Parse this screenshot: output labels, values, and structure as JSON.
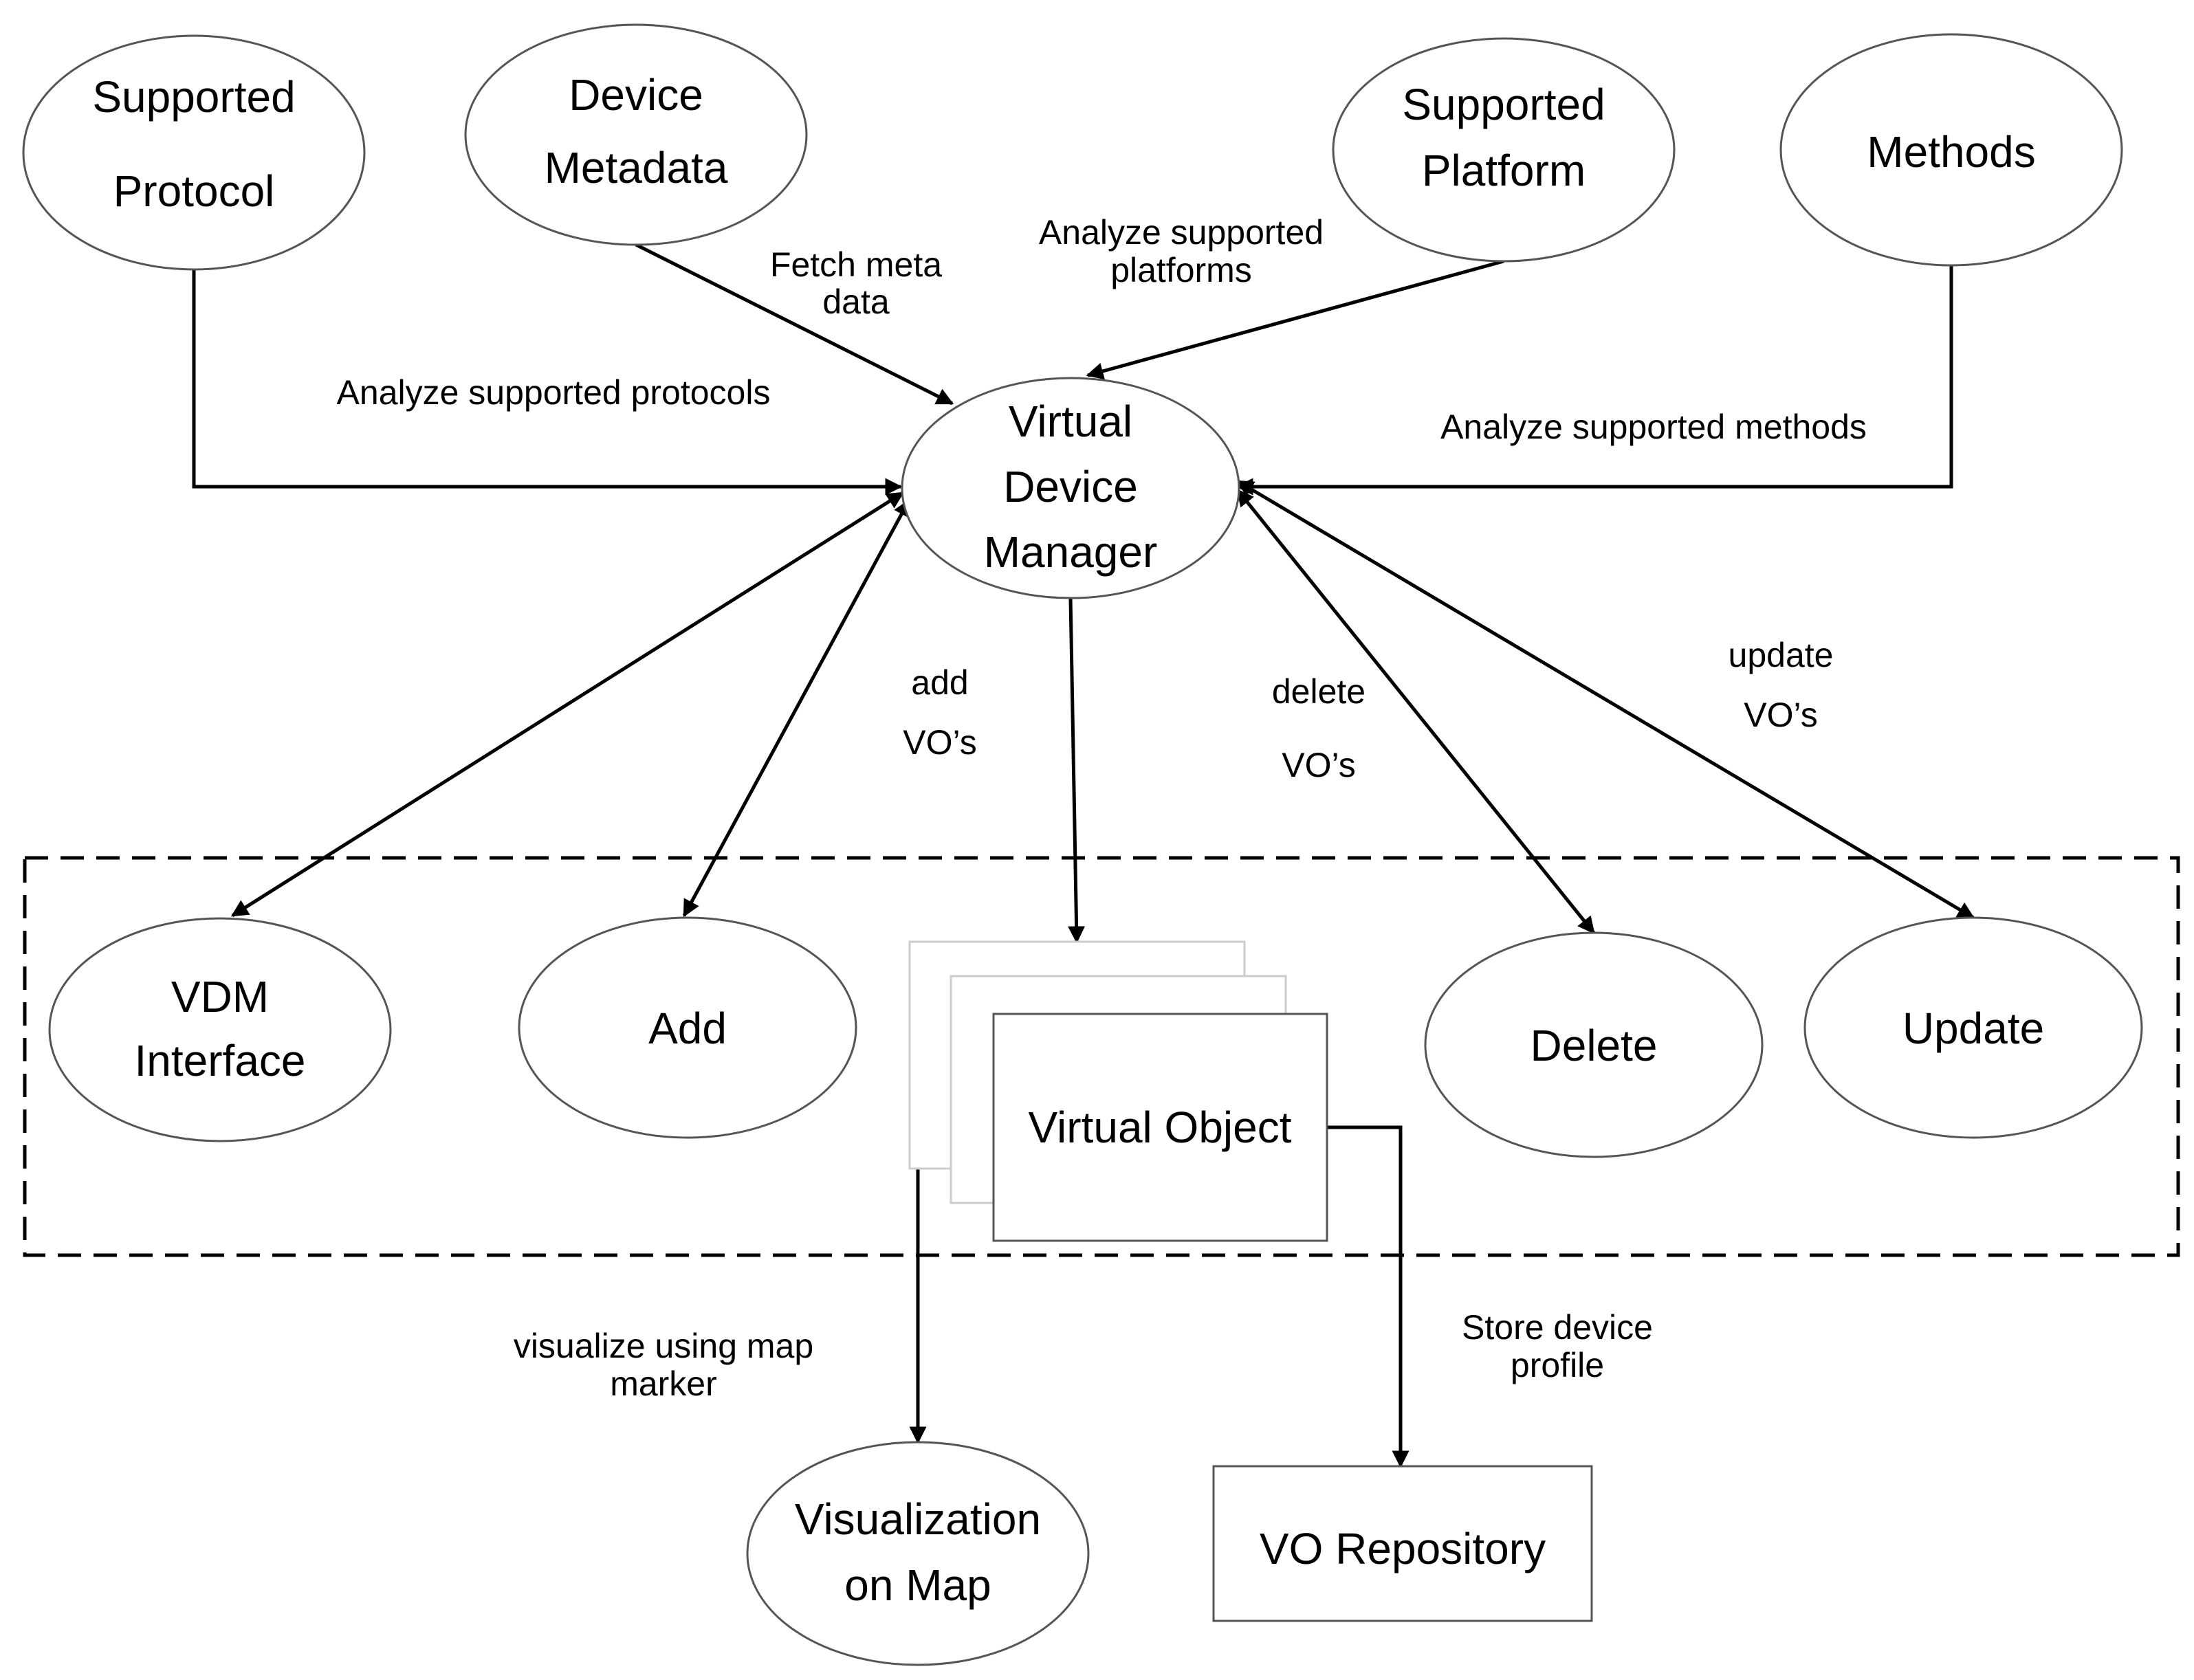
{
  "nodes": {
    "supported_protocol": {
      "lines": [
        "Supported",
        "Protocol"
      ]
    },
    "device_metadata": {
      "lines": [
        "Device",
        "Metadata"
      ]
    },
    "supported_platform": {
      "lines": [
        "Supported",
        "Platform"
      ]
    },
    "methods": {
      "lines": [
        "Methods"
      ]
    },
    "virtual_device_manager": {
      "lines": [
        "Virtual",
        "Device",
        "Manager"
      ]
    },
    "vdm_interface": {
      "lines": [
        "VDM",
        "Interface"
      ]
    },
    "add": {
      "lines": [
        "Add"
      ]
    },
    "virtual_object": {
      "lines": [
        "Virtual Object"
      ]
    },
    "delete": {
      "lines": [
        "Delete"
      ]
    },
    "update": {
      "lines": [
        "Update"
      ]
    },
    "visualization_on_map": {
      "lines": [
        "Visualization",
        "on Map"
      ]
    },
    "vo_repository": {
      "lines": [
        "VO Repository"
      ]
    }
  },
  "edge_labels": {
    "fetch_meta_data": [
      "Fetch  meta",
      "data"
    ],
    "analyze_platforms": [
      "Analyze supported",
      "platforms"
    ],
    "analyze_protocols": [
      "Analyze supported protocols"
    ],
    "analyze_methods": [
      "Analyze supported methods"
    ],
    "add_vos": [
      "add",
      "VO’s"
    ],
    "delete_vos": [
      "delete",
      "VO’s"
    ],
    "update_vos": [
      "update",
      "VO’s"
    ],
    "visualize_map_marker": [
      "visualize using map",
      "marker"
    ],
    "store_device_profile": [
      "Store device",
      "profile"
    ]
  }
}
